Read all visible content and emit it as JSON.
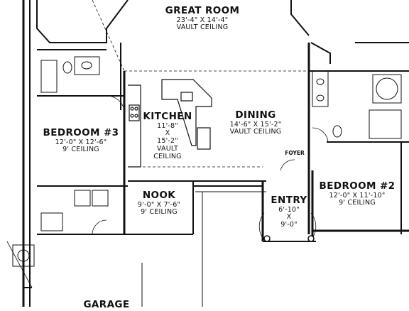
{
  "rooms": {
    "great_room": {
      "name": "GREAT ROOM",
      "size": "23'-4\" X 14'-4\"",
      "ceiling": "VAULT CEILING"
    },
    "kitchen": {
      "name": "KITCHEN",
      "w": "11'-8\"",
      "x": "X",
      "h": "15'-2\"",
      "ceiling1": "VAULT",
      "ceiling2": "CEILING"
    },
    "dining": {
      "name": "DINING",
      "size": "14'-6\" X 15'-2\"",
      "ceiling": "VAULT CEILING"
    },
    "bedroom3": {
      "name": "BEDROOM #3",
      "size": "12'-0\" X 12'-6\"",
      "ceiling": "9' CEILING"
    },
    "bedroom2": {
      "name": "BEDROOM #2",
      "size": "12'-0\" X 11'-10\"",
      "ceiling": "9' CEILING"
    },
    "nook": {
      "name": "NOOK",
      "size": "9'-0\" X 7'-6\"",
      "ceiling": "9' CEILING"
    },
    "entry": {
      "name": "ENTRY",
      "w": "6'-10\"",
      "x": "X",
      "h": "9'-0\""
    },
    "foyer": {
      "name": "FOYER"
    },
    "garage": {
      "name": "GARAGE"
    }
  }
}
